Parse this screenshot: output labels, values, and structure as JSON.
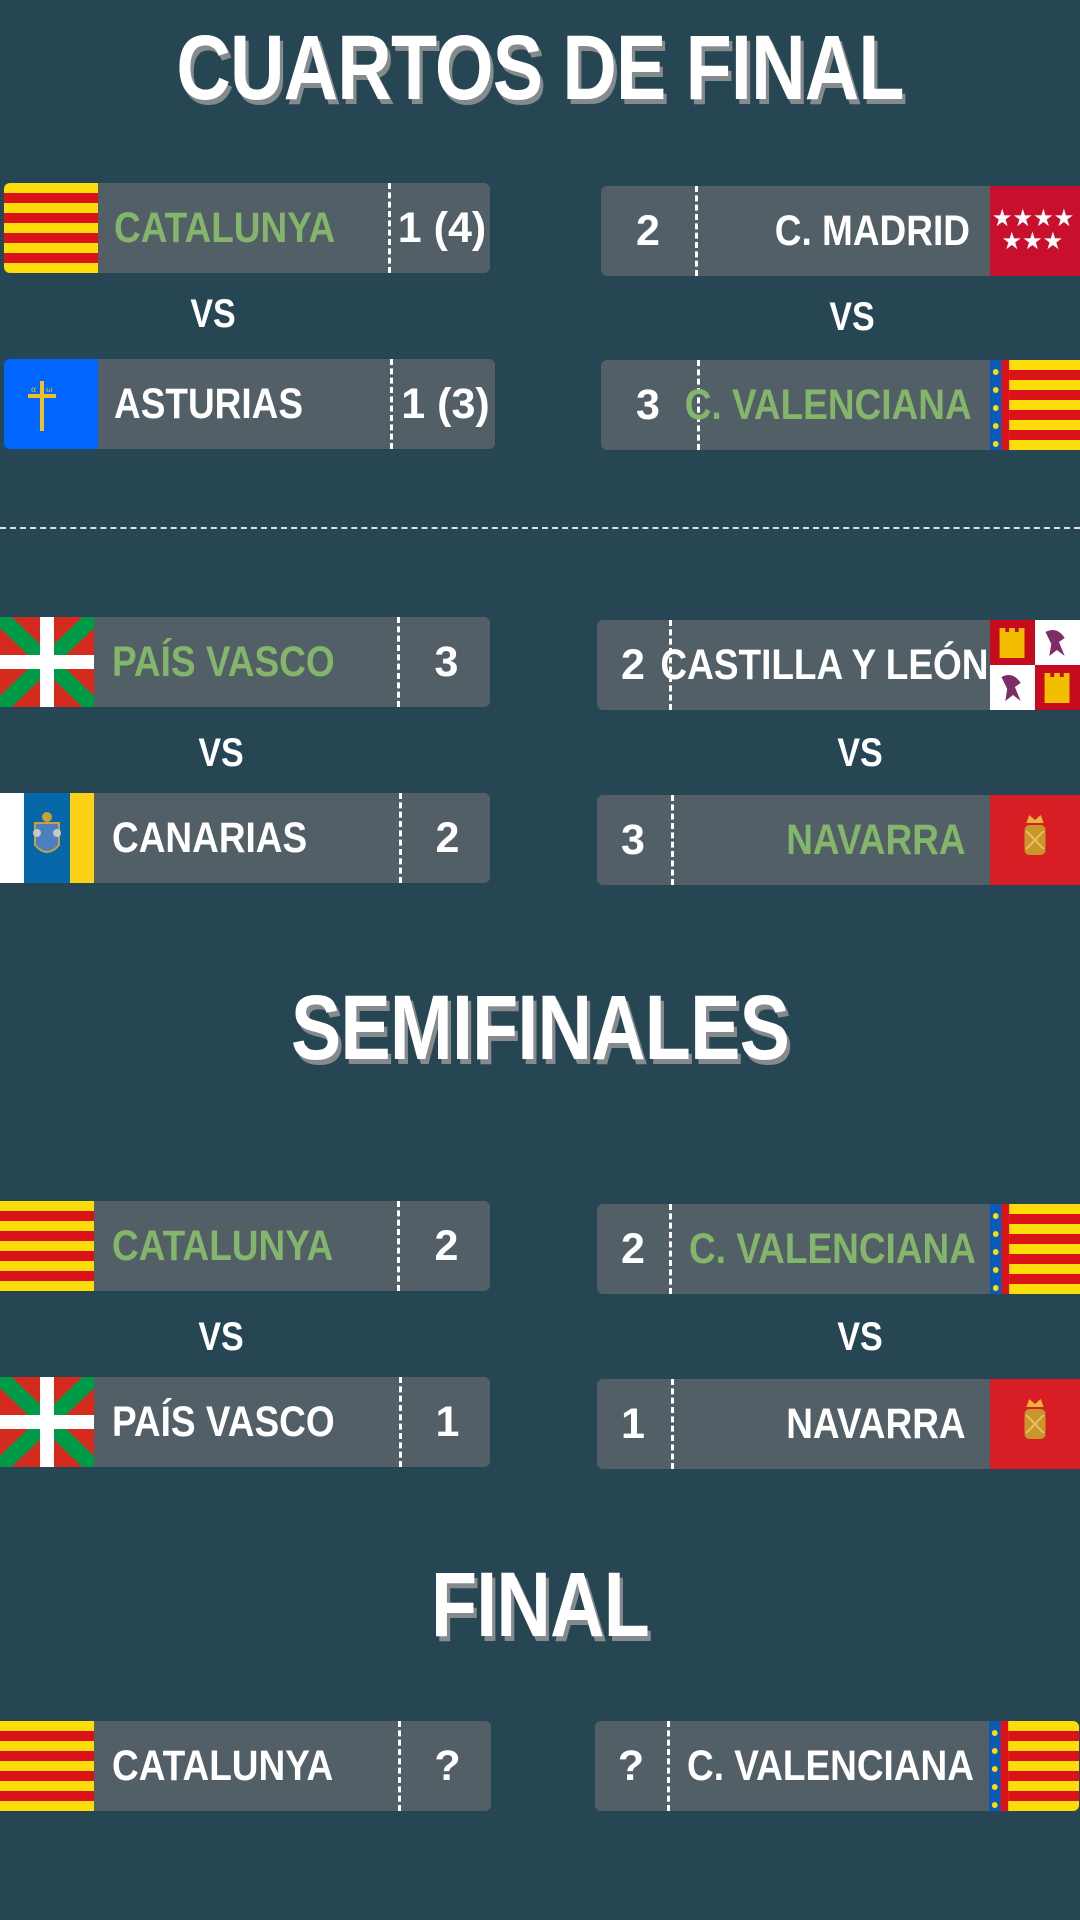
{
  "headings": {
    "quarterfinals": "CUARTOS DE FINAL",
    "semifinals": "SEMIFINALES",
    "final": "FINAL"
  },
  "vs_label": "VS",
  "colors": {
    "background": "#264653",
    "card": "#535f67",
    "winner_text": "#83b66b",
    "text": "#ffffff"
  },
  "quarterfinals": [
    {
      "team1": {
        "name": "CATALUNYA",
        "score": "1 (4)",
        "winner": true,
        "flag": "catalunya-flag"
      },
      "team2": {
        "name": "ASTURIAS",
        "score": "1 (3)",
        "winner": false,
        "flag": "asturias-flag"
      }
    },
    {
      "team1": {
        "name": "C. MADRID",
        "score": "2",
        "winner": false,
        "flag": "madrid-flag"
      },
      "team2": {
        "name": "C. VALENCIANA",
        "score": "3",
        "winner": true,
        "flag": "valenciana-flag"
      }
    },
    {
      "team1": {
        "name": "PAÍS VASCO",
        "score": "3",
        "winner": true,
        "flag": "pais-vasco-flag"
      },
      "team2": {
        "name": "CANARIAS",
        "score": "2",
        "winner": false,
        "flag": "canarias-flag"
      }
    },
    {
      "team1": {
        "name": "CASTILLA Y LEÓN",
        "score": "2",
        "winner": false,
        "flag": "castilla-leon-flag"
      },
      "team2": {
        "name": "NAVARRA",
        "score": "3",
        "winner": true,
        "flag": "navarra-flag"
      }
    }
  ],
  "semifinals": [
    {
      "team1": {
        "name": "CATALUNYA",
        "score": "2",
        "winner": true,
        "flag": "catalunya-flag"
      },
      "team2": {
        "name": "PAÍS VASCO",
        "score": "1",
        "winner": false,
        "flag": "pais-vasco-flag"
      }
    },
    {
      "team1": {
        "name": "C. VALENCIANA",
        "score": "2",
        "winner": true,
        "flag": "valenciana-flag"
      },
      "team2": {
        "name": "NAVARRA",
        "score": "1",
        "winner": false,
        "flag": "navarra-flag"
      }
    }
  ],
  "final": {
    "team1": {
      "name": "CATALUNYA",
      "score": "?",
      "winner": false,
      "flag": "catalunya-flag"
    },
    "team2": {
      "name": "C. VALENCIANA",
      "score": "?",
      "winner": false,
      "flag": "valenciana-flag"
    }
  }
}
